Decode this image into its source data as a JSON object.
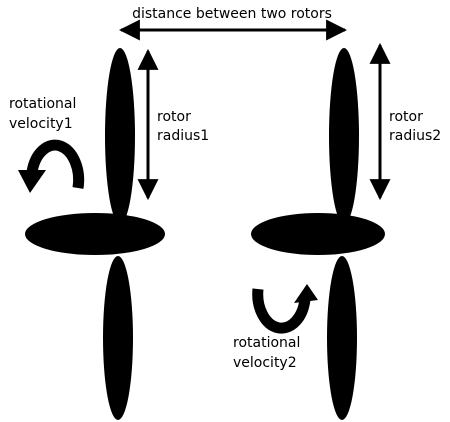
{
  "labels": {
    "distance": "distance between two rotors",
    "radius1_line1": "rotor",
    "radius1_line2": "radius1",
    "radius2_line1": "rotor",
    "radius2_line2": "radius2",
    "velocity1_line1": "rotational",
    "velocity1_line2": "velocity1",
    "velocity2_line1": "rotational",
    "velocity2_line2": "velocity2"
  },
  "colors": {
    "ink": "#000000",
    "background": "#ffffff"
  },
  "icons": {
    "rotor1": "propeller-icon",
    "rotor2": "propeller-icon",
    "rotation1": "curved-arrow-icon",
    "rotation2": "curved-arrow-icon"
  }
}
